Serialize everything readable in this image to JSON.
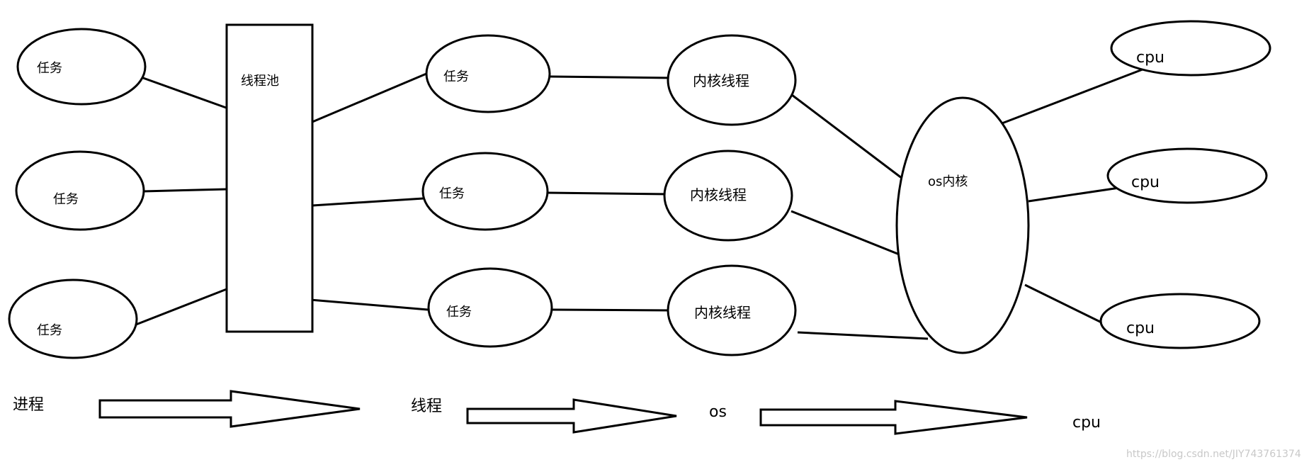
{
  "diagram": {
    "process_tasks": [
      "任务",
      "任务",
      "任务"
    ],
    "thread_pool_label": "线程池",
    "thread_tasks": [
      "任务",
      "任务",
      "任务"
    ],
    "kernel_threads": [
      "内核线程",
      "内核线程",
      "内核线程"
    ],
    "os_kernel_label": "os内核",
    "cpus": [
      "cpu",
      "cpu",
      "cpu"
    ],
    "flow": {
      "stage1": "进程",
      "stage2": "线程",
      "stage3": "os",
      "stage4": "cpu"
    },
    "watermark": "https://blog.csdn.net/JIY743761374"
  }
}
